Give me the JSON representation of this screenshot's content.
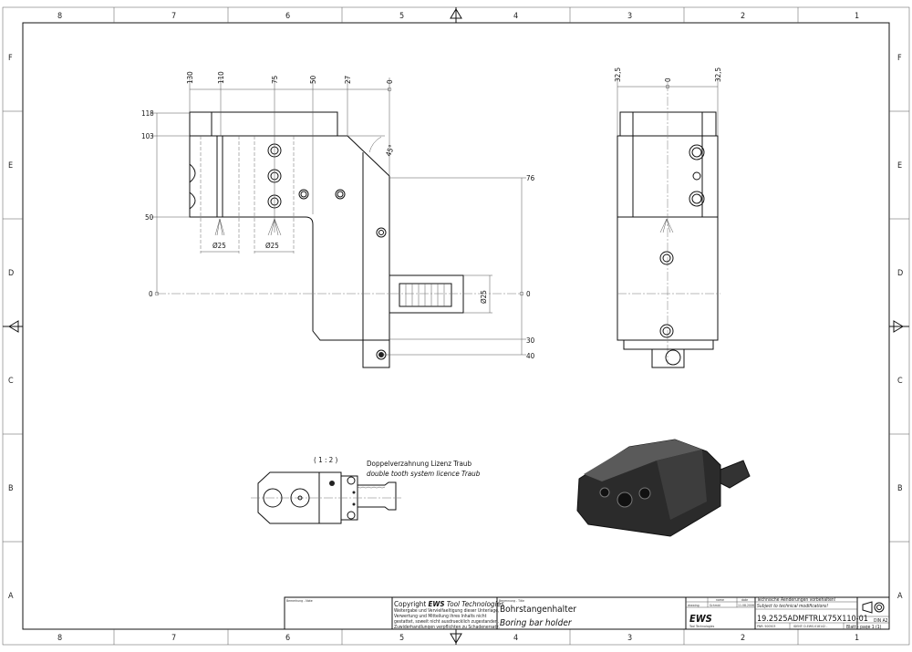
{
  "frame": {
    "columns": [
      "8",
      "7",
      "6",
      "5",
      "4",
      "3",
      "2",
      "1"
    ],
    "rows": [
      "F",
      "E",
      "D",
      "C",
      "B",
      "A"
    ]
  },
  "front_view": {
    "top_dims": [
      "130",
      "110",
      "75",
      "50",
      "27",
      "0"
    ],
    "left_dims": [
      "118",
      "103",
      "50",
      "0"
    ],
    "right_dims": [
      "76",
      "0",
      "30",
      "40"
    ],
    "diameters": [
      "Ø25",
      "Ø25",
      "Ø25"
    ],
    "angle": "45°"
  },
  "side_view": {
    "top_dims": [
      "32,5",
      "0",
      "32,5"
    ]
  },
  "top_view": {
    "scale": "( 1 : 2 )",
    "note_de": "Doppelverzahnung Lizenz Traub",
    "note_en": "double tooth system licence Traub"
  },
  "title_block": {
    "remarks_label": "Bemerkung - Note",
    "copyright_title_prefix": "Copyright ",
    "copyright_brand": "EWS",
    "copyright_title_suffix": " Tool Technologies",
    "copyright_lines": [
      "Weitergabe und Vervielfaeltigung dieser Unterlage,",
      "Verwertung und Mitteilung ihres Inhalts nicht",
      "gestattet, soweit nicht ausdruecklich zugestanden.",
      "Zuwiderhandlungen verpflichten zu Schadenersatz."
    ],
    "title_label": "Benennung - Title",
    "title_de": "Bohrstangenhalter",
    "title_en": "Boring bar holder",
    "name_header": "name",
    "date_header": "date",
    "drawing_label": "drawing",
    "drawing_name": "Schmid",
    "drawing_date": "11.08.2006",
    "logo_text": "EWS",
    "logo_sub": "Tool Technologies",
    "changes_de": "Technische Aenderungen vorbehalten!",
    "changes_en": "Subject to technical modifications!",
    "drawing_number": "19.2525ADMFTRLX75X110-01",
    "part_no": "PNR: 500503",
    "ident": "IDENT: D-EWS-018142 -",
    "sheet": "Blatt - page  1 (1)",
    "format": "DIN A2"
  }
}
